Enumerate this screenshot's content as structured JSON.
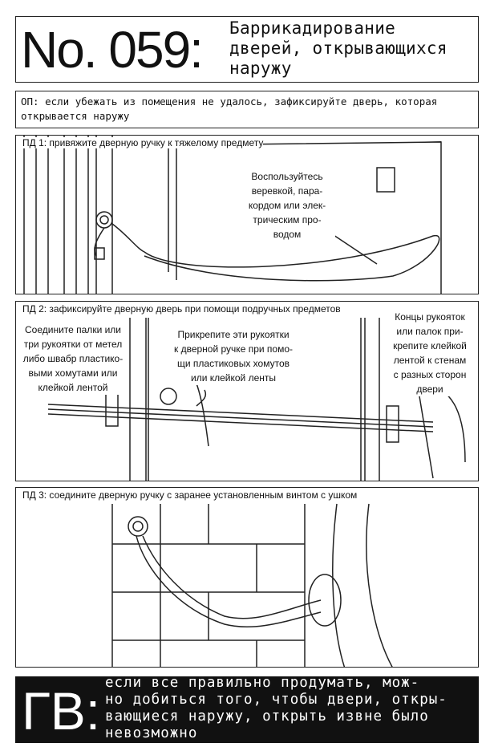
{
  "header": {
    "number": "No. 059:",
    "title_lines": [
      "Баррикадирование",
      "дверей, открывающихся",
      "наружу"
    ]
  },
  "op": {
    "text": "ОП: если убежать из помещения не удалось, зафиксируйте дверь, которая открывается наружу"
  },
  "panel1": {
    "title": "ПД 1: привяжите дверную ручку к тяжелому предмету",
    "caption_lines": [
      "Воспользуйтесь",
      "веревкой, пара-",
      "кордом или элек-",
      "трическим про-",
      "водом"
    ]
  },
  "panel2": {
    "title": "ПД 2: зафиксируйте дверную дверь при помощи подручных предметов",
    "caption_left": [
      "Соедините палки или",
      "три рукоятки от метел",
      "либо швабр пластико-",
      "выми хомутами или",
      "клейкой лентой"
    ],
    "caption_center": [
      "Прикрепите эти рукоятки",
      "к дверной ручке при помо-",
      "щи пластиковых хомутов",
      "или клейкой ленты"
    ],
    "caption_right": [
      "Концы рукояток",
      "или палок при-",
      "крепите клейкой",
      "лентой к стенам",
      "с разных сторон",
      "двери"
    ]
  },
  "panel3": {
    "title": "ПД 3: соедините дверную ручку с заранее установленным винтом с ушком"
  },
  "footer": {
    "label": "ГВ:",
    "lines": [
      "если все правильно продумать, мож-",
      "но добиться того, чтобы двери, откры-",
      "вающиеся наружу, открыть извне было",
      "невозможно"
    ]
  }
}
